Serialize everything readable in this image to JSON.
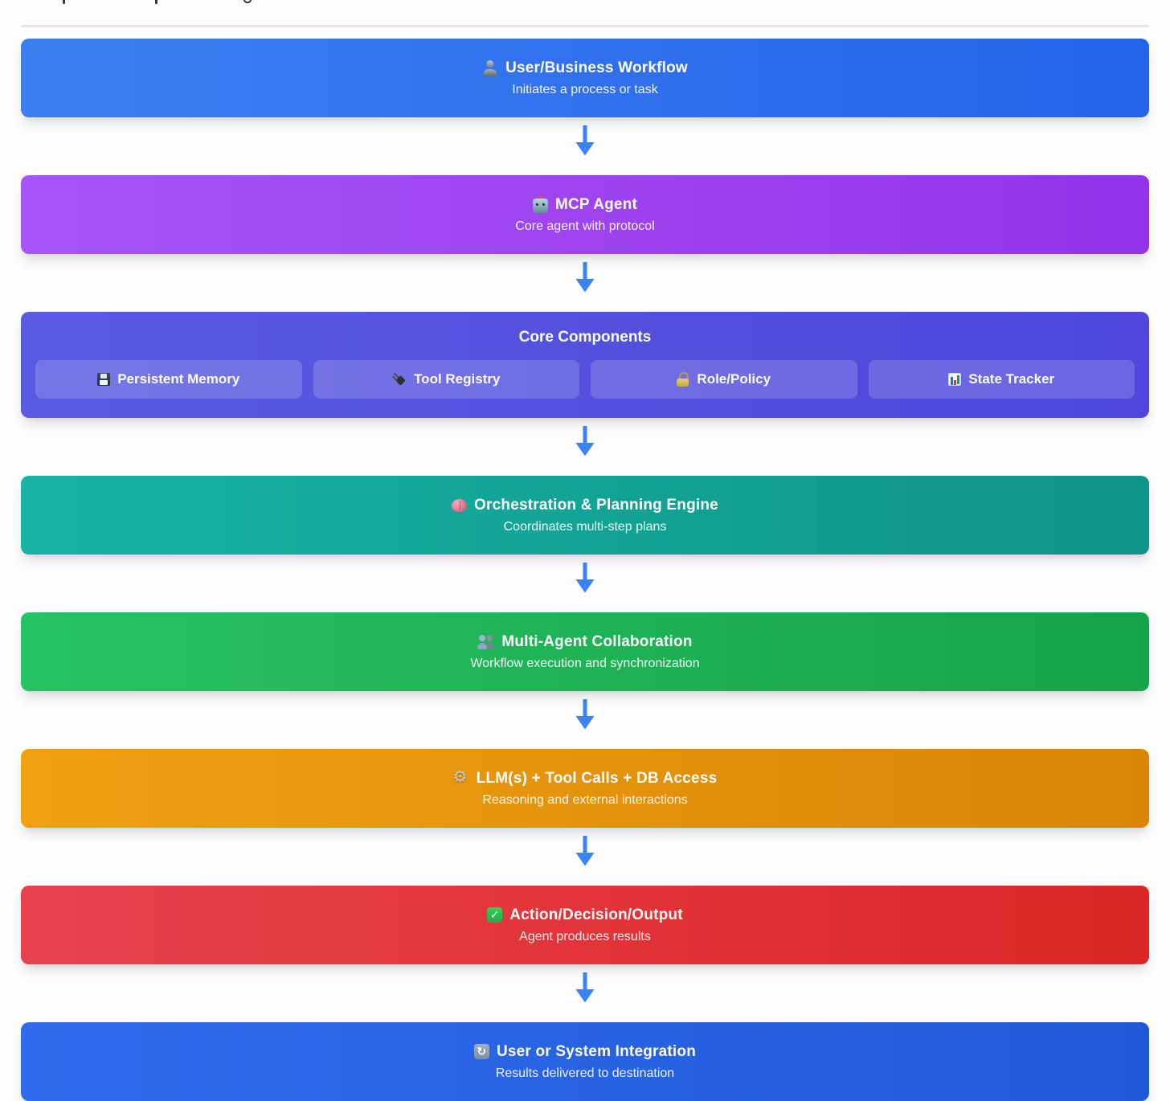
{
  "flow": {
    "arrow_color": "#3b82f6",
    "nodes": [
      {
        "icon": "user-silhouette-icon",
        "title": "User/Business Workflow",
        "subtitle": "Initiates a process or task",
        "color_from": "#3d7ff0",
        "color_to": "#2563eb"
      },
      {
        "icon": "robot-icon",
        "title": "MCP Agent",
        "subtitle": "Core agent with protocol",
        "color_from": "#a755f6",
        "color_to": "#9333ea"
      },
      {
        "title": "Core Components",
        "color_from": "#5a5be0",
        "color_to": "#4e46dd",
        "children": [
          {
            "icon": "floppy-disk-icon",
            "label": "Persistent Memory"
          },
          {
            "icon": "electric-plug-icon",
            "label": "Tool Registry"
          },
          {
            "icon": "lock-icon",
            "label": "Role/Policy"
          },
          {
            "icon": "bar-chart-icon",
            "label": "State Tracker"
          }
        ]
      },
      {
        "icon": "brain-icon",
        "title": "Orchestration & Planning Engine",
        "subtitle": "Coordinates multi-step plans",
        "color_from": "#17b3a3",
        "color_to": "#0e9488"
      },
      {
        "icon": "people-icon",
        "title": "Multi-Agent Collaboration",
        "subtitle": "Workflow execution and synchronization",
        "color_from": "#27c264",
        "color_to": "#17a34a"
      },
      {
        "icon": "gear-icon",
        "title": "LLM(s) + Tool Calls + DB Access",
        "subtitle": "Reasoning and external interactions",
        "color_from": "#f0a111",
        "color_to": "#d98507"
      },
      {
        "icon": "check-mark-icon",
        "title": "Action/Decision/Output",
        "subtitle": "Agent produces results",
        "color_from": "#e8424d",
        "color_to": "#dc2626"
      },
      {
        "icon": "arrows-cycle-icon",
        "title": "User or System Integration",
        "subtitle": "Results delivered to destination",
        "color_from": "#2f6ced",
        "color_to": "#2059d8"
      }
    ]
  }
}
